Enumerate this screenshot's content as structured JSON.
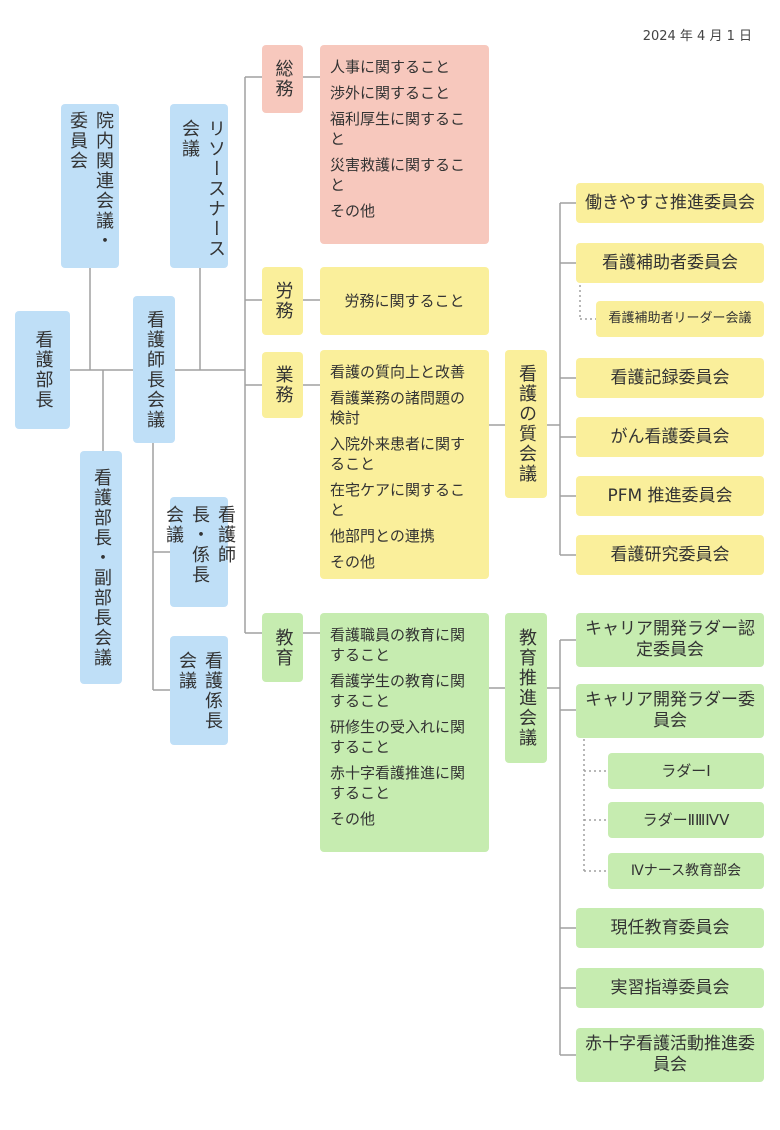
{
  "date": "2024 年 4 月 1 日",
  "head": "看護部長",
  "left_committees": {
    "inter_committee": "院内関連会議・委員会",
    "deputy_meeting": "看護部長・副部長会議"
  },
  "chief_meeting": "看護師長会議",
  "sub_meetings": {
    "resource_nurse": "リソースナース会議",
    "assistant_chief": "看護師長・係長会議",
    "subsection_chief": "看護係長会議"
  },
  "divisions": {
    "general": {
      "label": "総務",
      "items": [
        "人事に関すること",
        "渉外に関すること",
        "福利厚生に関すること",
        "災害救護に関すること",
        "その他"
      ]
    },
    "labor": {
      "label": "労務",
      "items": [
        "労務に関すること"
      ]
    },
    "business": {
      "label": "業務",
      "items": [
        "看護の質向上と改善",
        "看護業務の諸問題の検討",
        "入院外来患者に関すること",
        "在宅ケアに関すること",
        "他部門との連携",
        "その他"
      ]
    },
    "education": {
      "label": "教育",
      "items": [
        "看護職員の教育に関すること",
        "看護学生の教育に関すること",
        "研修生の受入れに関すること",
        "赤十字看護推進に関すること",
        "その他"
      ]
    }
  },
  "quality_meeting": "看護の質会議",
  "education_meeting": "教育推進会議",
  "quality_committees": {
    "c1": "働きやすさ推進委員会",
    "c2": "看護補助者委員会",
    "c2_sub": "看護補助者リーダー会議",
    "c3": "看護記録委員会",
    "c4": "がん看護委員会",
    "c5": "PFM 推進委員会",
    "c6": "看護研究委員会"
  },
  "education_committees": {
    "e1": "キャリア開発ラダー認定委員会",
    "e2": "キャリア開発ラダー委員会",
    "e2_sub1": "ラダーⅠ",
    "e2_sub2": "ラダーⅡⅢⅣⅤ",
    "e2_sub3": "Ⅳナース教育部会",
    "e3": "現任教育委員会",
    "e4": "実習指導委員会",
    "e5": "赤十字看護活動推進委員会"
  },
  "colors": {
    "blue": "#bfdff7",
    "pink": "#f7c8bd",
    "yellow": "#faef9b",
    "green": "#c6ecb0",
    "line": "#9a9a9a"
  }
}
